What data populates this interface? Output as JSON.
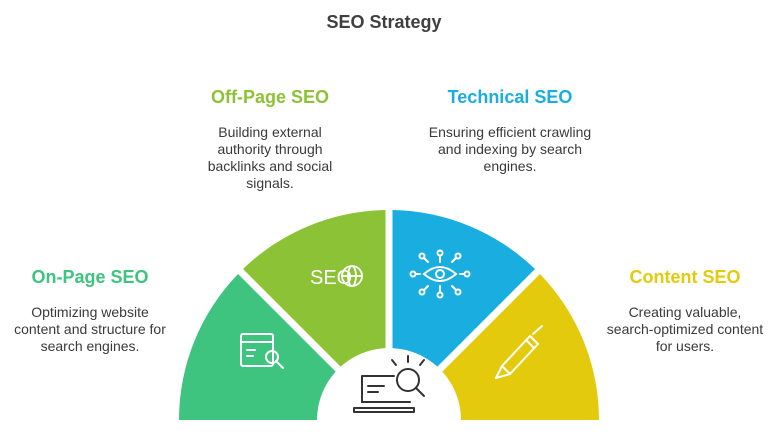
{
  "title": "SEO Strategy",
  "colors": {
    "onpage": "#3ec47e",
    "offpage": "#8cc236",
    "technical": "#1aaee0",
    "content": "#e4ca0c"
  },
  "sections": {
    "offpage": {
      "heading": "Off-Page SEO",
      "description": "Building external authority through backlinks and social signals.",
      "icon": "seo-globe-icon"
    },
    "technical": {
      "heading": "Technical SEO",
      "description": "Ensuring efficient crawling and indexing by search engines.",
      "icon": "network-eye-icon"
    },
    "onpage": {
      "heading": "On-Page SEO",
      "description": "Optimizing website content and structure for search engines.",
      "icon": "browser-search-icon"
    },
    "content": {
      "heading": "Content SEO",
      "description": "Creating valuable, search-optimized content for users.",
      "icon": "pen-icon"
    }
  },
  "center_icon": "laptop-search-icon",
  "seo_icon_text": "SEO"
}
